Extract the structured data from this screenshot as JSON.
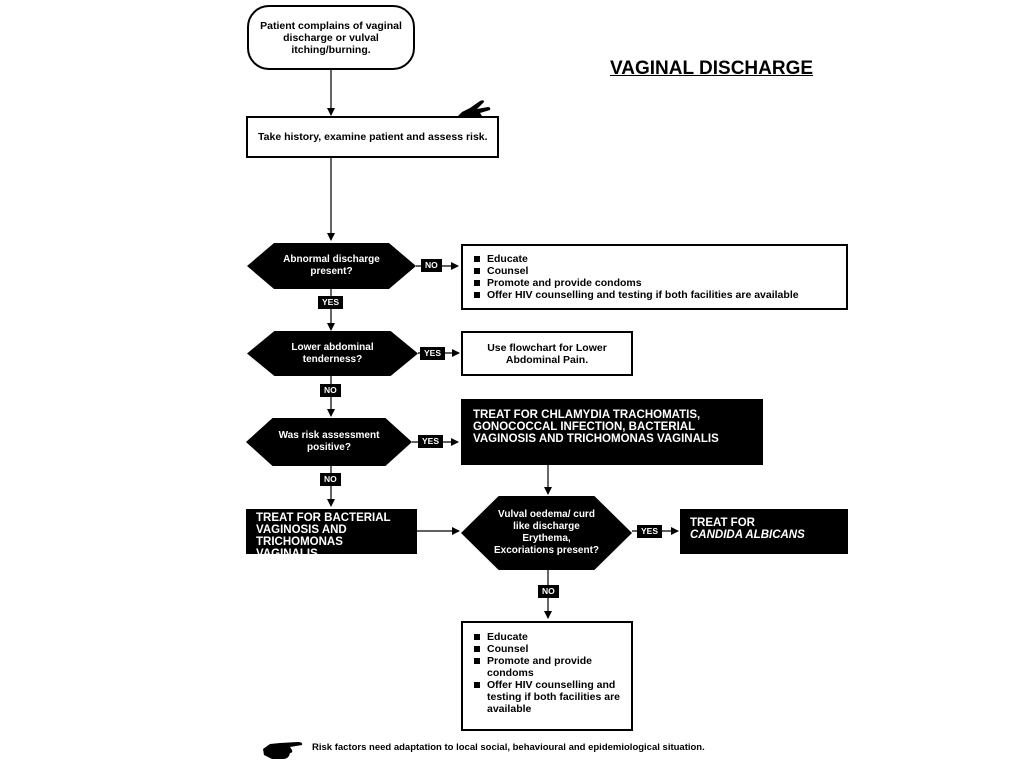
{
  "title": "VAGINAL DISCHARGE",
  "nodes": {
    "start": "Patient complains of vaginal discharge or vulval itching/burning.",
    "history": "Take history, examine patient and assess risk.",
    "q_abnormal": "Abnormal discharge present?",
    "q_lower_abdominal": "Lower abdominal tenderness?",
    "q_risk": "Was risk assessment positive?",
    "q_vulval": "Vulval oedema/ curd like discharge Erythema, Excoriations present?",
    "lower_abdominal_ref": "Use flowchart for Lower Abdominal Pain.",
    "treat_all": "TREAT FOR CHLAMYDIA TRACHOMATIS, GONOCOCCAL INFECTION, BACTERIAL VAGINOSIS AND TRICHOMONAS VAGINALIS",
    "treat_bv_tv": "TREAT FOR BACTERIAL VAGINOSIS AND TRICHOMONAS VAGINALIS",
    "treat_candida_prefix": "TREAT FOR",
    "treat_candida_name": "CANDIDA ALBICANS"
  },
  "educate_list_top": [
    "Educate",
    "Counsel",
    "Promote and provide condoms",
    "Offer HIV counselling and testing if both facilities are available"
  ],
  "educate_list_bottom": [
    "Educate",
    "Counsel",
    "Promote and provide condoms",
    "Offer HIV counselling and testing if both facilities are available"
  ],
  "labels": {
    "no_abnormal": "NO",
    "yes_abnormal": "YES",
    "yes_lower": "YES",
    "no_lower": "NO",
    "yes_risk": "YES",
    "no_risk": "NO",
    "yes_vulval": "YES",
    "no_vulval": "NO"
  },
  "footnote": "Risk factors need adaptation to local social, behavioural  and epidemiological situation.",
  "icons": [
    "pointing-hand-icon"
  ],
  "colors": {
    "ink": "#000000",
    "paper": "#ffffff"
  }
}
